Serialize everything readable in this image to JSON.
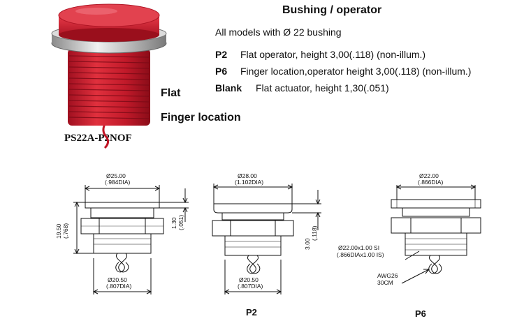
{
  "header": {
    "title": "Bushing / operator",
    "subtitle": "All models with Ø 22 bushing"
  },
  "options": [
    {
      "code": "P2",
      "desc": "Flat operator, height 3,00(.118) (non-illum.)"
    },
    {
      "code": "P6",
      "desc": "Finger location,operator height 3,00(.118) (non-illum.)"
    },
    {
      "code": "Blank",
      "desc": "Flat actuator, height 1,30(.051)"
    }
  ],
  "photo": {
    "label_flat": "Flat",
    "label_finger": "Finger location",
    "model": "PS22A-P2NOF",
    "body_color": "#d01f2e"
  },
  "drawings": {
    "flat": {
      "top_dim_1": "Ø25.00",
      "top_dim_2": "(.984DIA)",
      "height_1": "19.50",
      "height_2": "(.768)",
      "cap_1": "1.30",
      "cap_2": "(.051)",
      "bottom_dim_1": "Ø20.50",
      "bottom_dim_2": "(.807DIA)"
    },
    "p2": {
      "label": "P2",
      "top_dim_1": "Ø28.00",
      "top_dim_2": "(1.102DIA)",
      "cap_1": "3.00",
      "cap_2": "(.118)",
      "bottom_dim_1": "Ø20.50",
      "bottom_dim_2": "(.807DIA)"
    },
    "p6": {
      "label": "P6",
      "top_dim_1": "Ø22.00",
      "top_dim_2": "(.866DIA)",
      "thread_1": "Ø22.00x1.00 SI",
      "thread_2": "(.866DIAx1.00 IS)",
      "wire_1": "AWG26",
      "wire_2": "30CM"
    }
  }
}
